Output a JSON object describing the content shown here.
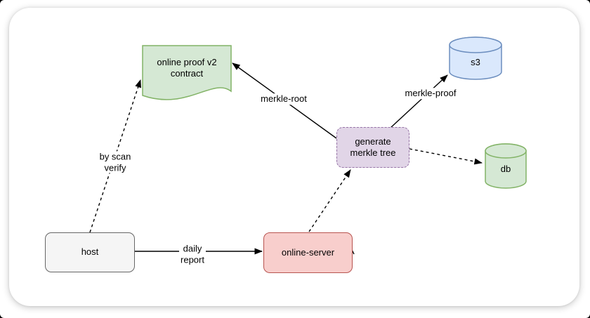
{
  "canvas": {
    "background": "#ffffff",
    "edge_color": "#000000"
  },
  "nodes": {
    "contract": {
      "label": "online proof v2\ncontract",
      "shape": "document",
      "fill": "#d5e8d4",
      "stroke": "#82b366"
    },
    "s3": {
      "label": "s3",
      "shape": "cylinder",
      "fill": "#dae8fc",
      "stroke": "#6c8ebf"
    },
    "merkle": {
      "label": "generate\nmerkle tree",
      "shape": "rounded-rect-dashed",
      "fill": "#e1d5e7",
      "stroke": "#9673a6"
    },
    "db": {
      "label": "db",
      "shape": "cylinder",
      "fill": "#d5e8d4",
      "stroke": "#82b366"
    },
    "host": {
      "label": "host",
      "shape": "rounded-rect",
      "fill": "#f5f5f5",
      "stroke": "#666666"
    },
    "server": {
      "label": "online-server",
      "shape": "rounded-rect",
      "fill": "#f8cecc",
      "stroke": "#b85450"
    }
  },
  "edges": {
    "host_to_contract": {
      "label": "by scan\nverify",
      "style": "dashed",
      "from": "host",
      "to": "contract"
    },
    "host_to_server": {
      "label": "daily\nreport",
      "style": "solid",
      "from": "host",
      "to": "server"
    },
    "server_to_merkle": {
      "label": "",
      "style": "dashed",
      "from": "server",
      "to": "merkle"
    },
    "merkle_to_contract": {
      "label": "merkle-root",
      "style": "solid",
      "from": "merkle",
      "to": "contract"
    },
    "merkle_to_s3": {
      "label": "merkle-proof",
      "style": "solid",
      "from": "merkle",
      "to": "s3"
    },
    "merkle_to_db": {
      "label": "",
      "style": "dashed",
      "from": "merkle",
      "to": "db"
    }
  }
}
